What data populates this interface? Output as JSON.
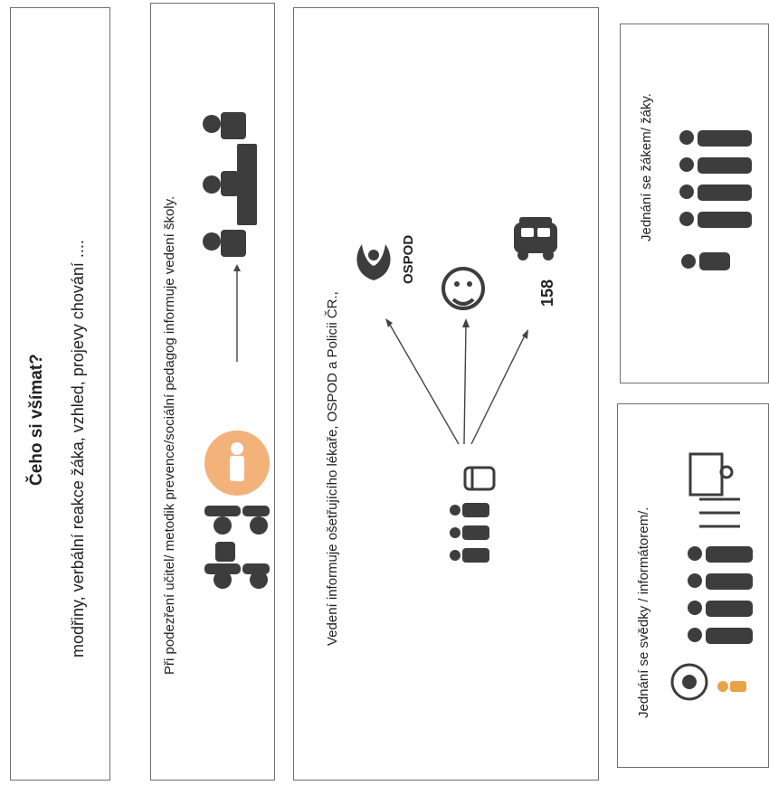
{
  "panel_1": {
    "title": "Čeho si všímat?",
    "text": "modřiny, verbální reakce žáka, vzhled, projevy chování ...."
  },
  "panel_2": {
    "text": "Při podezření učitel/ metodik prevence/sociální pedagog informuje vedení školy."
  },
  "panel_3": {
    "text": "Vedení informuje ošetřujícího lékaře, OSPOD a Policii ČR.,",
    "ospod_label": "OSPOD",
    "police_number": "158"
  },
  "panel_4": {
    "text": "Jednání se žákem/ žáky."
  },
  "panel_5": {
    "text": "Jednání se svědky / informátorem/."
  },
  "colors": {
    "border": "#6f6f6f",
    "icon": "#3d3d3d",
    "accent_orange": "#e8a24a",
    "avatar_circle": "#f2b27a"
  },
  "icons": [
    "teacher-icon",
    "silhouette-avatar-icon",
    "meeting-icon",
    "group-icon",
    "phone-icon",
    "ospod-logo-icon",
    "doctor-icon",
    "police-car-icon",
    "student-icon",
    "eye-icon",
    "pointing-hands-icon"
  ]
}
